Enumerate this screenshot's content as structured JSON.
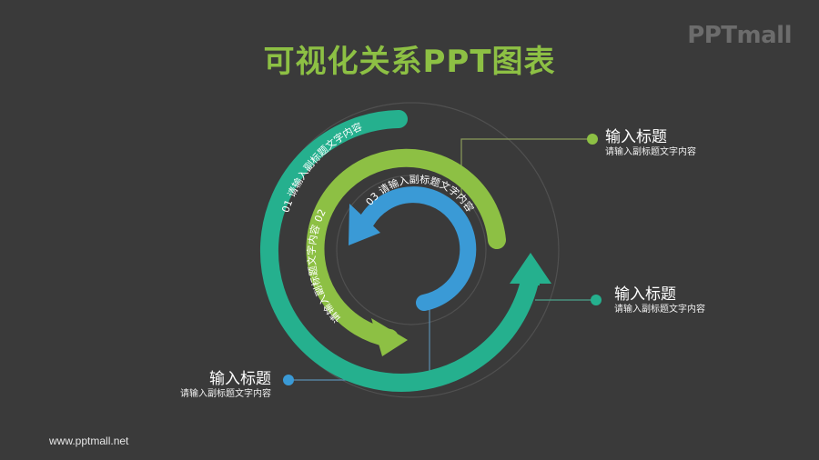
{
  "title": "可视化关系PPT图表",
  "logo": "PPTmall",
  "footer": "www.pptmall.net",
  "colors": {
    "background": "#3a3a3a",
    "title": "#8dc044",
    "teal": "#25b08e",
    "green": "#8dc044",
    "blue": "#3a9ad6",
    "guide": "#555555"
  },
  "rings": [
    {
      "id": "01",
      "label": "01 请输入副标题文字内容",
      "color": "teal"
    },
    {
      "id": "02",
      "label": "请输入副标题文字内容 02",
      "color": "green"
    },
    {
      "id": "03",
      "label": "03 请输入副标题文字内容",
      "color": "blue"
    }
  ],
  "callouts": [
    {
      "title": "输入标题",
      "subtitle": "请输入副标题文字内容",
      "dot_color": "#8dc044"
    },
    {
      "title": "输入标题",
      "subtitle": "请输入副标题文字内容",
      "dot_color": "#25b08e"
    },
    {
      "title": "输入标题",
      "subtitle": "请输入副标题文字内容",
      "dot_color": "#3a9ad6"
    }
  ]
}
